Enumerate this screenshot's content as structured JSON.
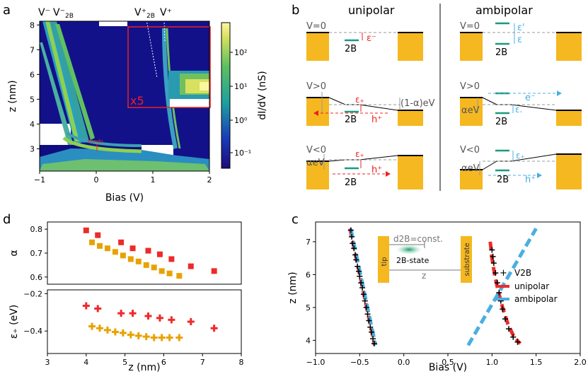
{
  "panel_labels": {
    "a": "a",
    "b": "b",
    "c": "c",
    "d": "d"
  },
  "panel_a": {
    "top_labels": {
      "vminus": "V⁻",
      "v2bminus": "V⁻",
      "v2bminus_sub": "2B",
      "v2bplus": "V⁺",
      "v2bplus_sub": "2B",
      "vplus": "V⁺"
    },
    "x5_label": "x5",
    "kondo_label": "Kondo",
    "colorbar_ticks": [
      "10²",
      "10¹",
      "10⁰",
      "10⁻¹"
    ]
  },
  "panel_b": {
    "unipolar_title": "unipolar",
    "ambipolar_title": "ambipolar",
    "u1": {
      "v": "V=0",
      "eps": "ε⁻",
      "state": "2B"
    },
    "u2": {
      "v": "V>0",
      "eps": "ε₊",
      "gap": "(1-α)eV",
      "state": "2B",
      "carrier": "h⁺"
    },
    "u3": {
      "v": "V<0",
      "eps": "ε₊",
      "left": "αeV",
      "state": "2B",
      "carrier": "h⁺"
    },
    "a1": {
      "v": "V=0",
      "eps1": "ε'",
      "eps2": "ε",
      "state": "2B"
    },
    "a2": {
      "v": "V>0",
      "eps": "ε.",
      "left": "αeV",
      "state": "2B",
      "carrier": "e⁻"
    },
    "a3": {
      "v": "V<0",
      "eps": "ε₊",
      "left": "αeV",
      "state": "2B",
      "carrier": "h⁺"
    }
  },
  "panel_c_inset": {
    "d2b": "d2B=const.",
    "state": "2B-state",
    "tip": "tip",
    "substrate": "substrate",
    "z": "z"
  },
  "chart_data": [
    {
      "id": "a",
      "type": "heatmap",
      "xlabel": "Bias (V)",
      "ylabel": "z (nm)",
      "colorbar_label": "dI/dV (nS)",
      "xlim": [
        -1,
        2
      ],
      "ylim": [
        2.1,
        8.15
      ],
      "xticks": [
        "−1",
        "0",
        "1",
        "2"
      ],
      "yticks": [
        "3",
        "4",
        "5",
        "6",
        "7",
        "8"
      ]
    },
    {
      "id": "d_top",
      "type": "scatter",
      "ylabel": "α",
      "xlim": [
        3,
        8
      ],
      "ylim": [
        0.57,
        0.83
      ],
      "yticks": [
        "0.6",
        "0.7",
        "0.8"
      ],
      "series": [
        {
          "color": "#ee2a2a",
          "marker": "square",
          "x": [
            4.0,
            4.3,
            4.9,
            5.2,
            5.6,
            5.9,
            6.2,
            6.7,
            7.3
          ],
          "y": [
            0.795,
            0.775,
            0.745,
            0.72,
            0.71,
            0.695,
            0.675,
            0.645,
            0.625
          ]
        },
        {
          "color": "#e8a200",
          "marker": "square",
          "x": [
            4.15,
            4.35,
            4.55,
            4.75,
            4.95,
            5.15,
            5.35,
            5.55,
            5.75,
            5.95,
            6.15,
            6.4
          ],
          "y": [
            0.745,
            0.73,
            0.72,
            0.705,
            0.69,
            0.675,
            0.665,
            0.65,
            0.64,
            0.625,
            0.615,
            0.605
          ]
        }
      ]
    },
    {
      "id": "d_bottom",
      "type": "scatter",
      "xlabel": "z (nm)",
      "ylabel": "ε₊ (eV)",
      "xlim": [
        3,
        8
      ],
      "ylim": [
        -0.52,
        -0.18
      ],
      "xticks": [
        "3",
        "4",
        "5",
        "6",
        "7",
        "8"
      ],
      "yticks": [
        "−0.2",
        "−0.4"
      ],
      "series": [
        {
          "color": "#ee2a2a",
          "marker": "plus",
          "x": [
            4.0,
            4.3,
            4.9,
            5.2,
            5.6,
            5.9,
            6.2,
            6.7,
            7.3
          ],
          "y": [
            -0.265,
            -0.28,
            -0.305,
            -0.305,
            -0.32,
            -0.33,
            -0.34,
            -0.35,
            -0.385
          ]
        },
        {
          "color": "#e8a200",
          "marker": "plus",
          "x": [
            4.15,
            4.35,
            4.55,
            4.75,
            4.95,
            5.15,
            5.35,
            5.55,
            5.75,
            5.95,
            6.15,
            6.4
          ],
          "y": [
            -0.375,
            -0.385,
            -0.395,
            -0.405,
            -0.41,
            -0.42,
            -0.425,
            -0.43,
            -0.435,
            -0.435,
            -0.435,
            -0.435
          ]
        }
      ]
    },
    {
      "id": "c",
      "type": "line",
      "xlabel": "Bias (V)",
      "ylabel": "z (nm)",
      "xlim": [
        -1.0,
        2.0
      ],
      "ylim": [
        3.6,
        7.6
      ],
      "xticks": [
        "−1.0",
        "−0.5",
        "0.0",
        "0.5",
        "1.0",
        "1.5",
        "2.0"
      ],
      "yticks": [
        "4",
        "5",
        "6",
        "7"
      ],
      "series": [
        {
          "name": "V2B",
          "color": "#000000",
          "style": "plus",
          "x": [
            -0.6,
            -0.59,
            -0.58,
            -0.565,
            -0.55,
            -0.54,
            -0.525,
            -0.51,
            -0.5,
            -0.485,
            -0.47,
            -0.455,
            -0.44,
            -0.425,
            -0.41,
            -0.395,
            -0.38,
            -0.365,
            -0.35,
            -0.335,
            1.0,
            1.01,
            1.02,
            1.04,
            1.06,
            1.08,
            1.1,
            1.12,
            1.15,
            1.19,
            1.24,
            1.29
          ],
          "y": [
            7.35,
            7.15,
            6.95,
            6.8,
            6.6,
            6.45,
            6.25,
            6.1,
            5.95,
            5.75,
            5.6,
            5.4,
            5.2,
            5.0,
            4.8,
            4.6,
            4.4,
            4.25,
            4.05,
            3.9,
            6.75,
            6.55,
            6.35,
            6.05,
            5.75,
            5.45,
            5.2,
            4.95,
            4.65,
            4.35,
            4.1,
            3.95
          ]
        },
        {
          "name": "unipolar",
          "color": "#ee2a2a",
          "style": "dash",
          "x": [
            -0.61,
            -0.33
          ],
          "y": [
            7.4,
            3.85
          ],
          "x2": [
            0.98,
            1.0,
            1.03,
            1.07,
            1.12,
            1.18,
            1.25,
            1.32
          ],
          "y2": [
            7.0,
            6.5,
            6.0,
            5.5,
            5.0,
            4.5,
            4.1,
            3.9
          ]
        },
        {
          "name": "ambipolar",
          "color": "#4aafe0",
          "style": "dash",
          "x": [
            -0.6,
            -0.32
          ],
          "y": [
            7.38,
            3.85
          ],
          "x2": [
            0.73,
            1.5
          ],
          "y2": [
            3.85,
            7.4
          ]
        }
      ]
    }
  ]
}
